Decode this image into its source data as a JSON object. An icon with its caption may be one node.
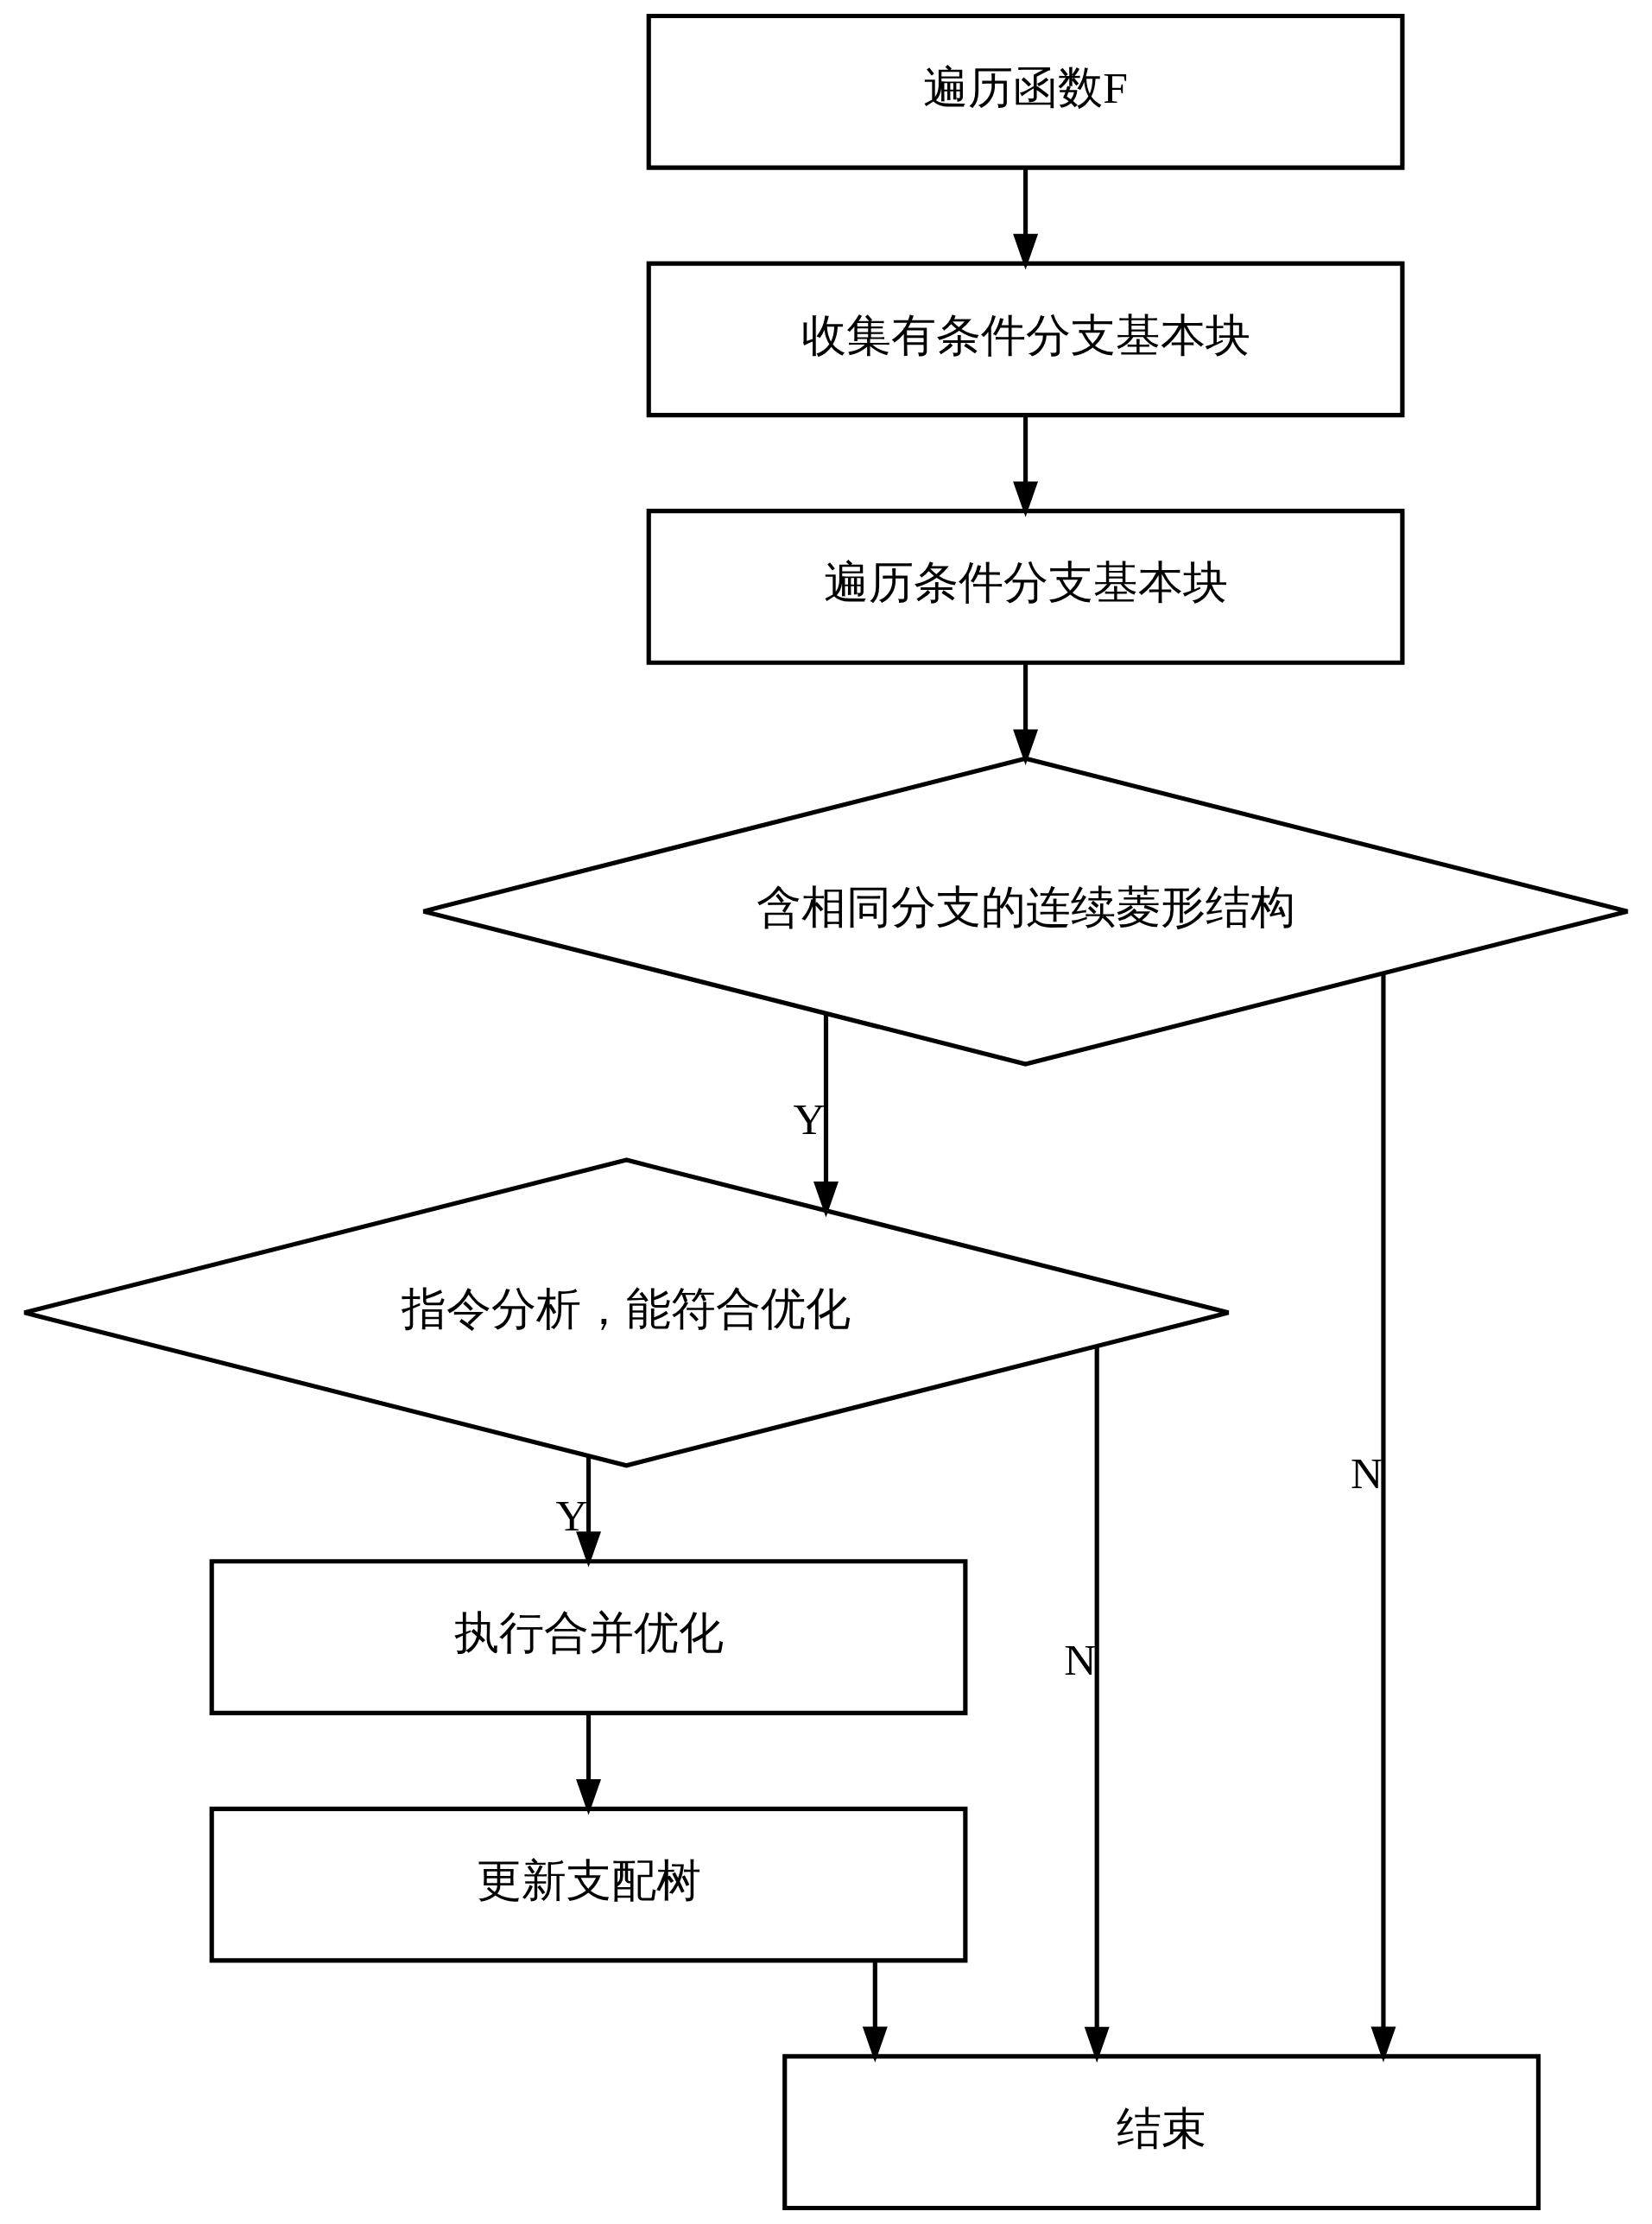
{
  "diagram": {
    "nodes": [
      {
        "text": [
          "遍历函数F"
        ]
      },
      {
        "text": [
          "收集有条件分支基本块"
        ]
      },
      {
        "text": [
          "遍历条件分支基本块"
        ]
      },
      {
        "text": [
          "含相同分支的连续菱形结构"
        ]
      },
      {
        "text": [
          "指令分析，能符合优化"
        ]
      },
      {
        "text": [
          "执行合并优化"
        ]
      },
      {
        "text": [
          "更新支配树"
        ]
      },
      {
        "text": [
          "结束"
        ]
      }
    ],
    "edges": [
      {
        "from": 0,
        "to": 1,
        "arrow": "to"
      },
      {
        "from": 1,
        "to": 2,
        "arrow": "to"
      },
      {
        "from": 2,
        "to": 3,
        "arrow": "to"
      },
      {
        "from": 3,
        "to": 7,
        "arrow": "to",
        "label": "N"
      },
      {
        "from": 3,
        "to": 4,
        "arrow": "to",
        "label": "Y"
      },
      {
        "from": 4,
        "to": 7,
        "arrow": "to",
        "label": "N"
      },
      {
        "from": 4,
        "to": 5,
        "arrow": "to",
        "label": "Y"
      },
      {
        "from": 5,
        "to": 6,
        "arrow": "to"
      },
      {
        "from": 6,
        "to": 7,
        "arrow": "to"
      }
    ]
  }
}
